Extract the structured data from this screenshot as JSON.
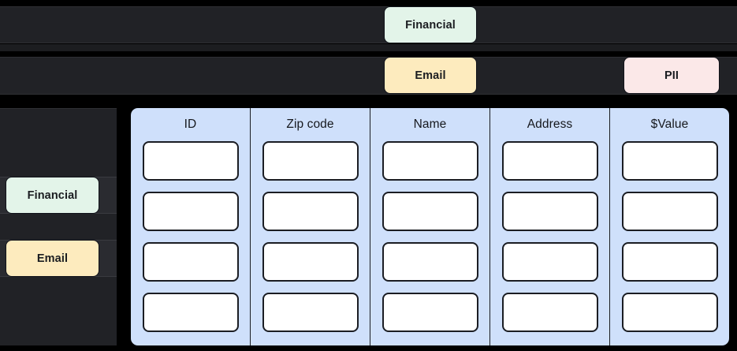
{
  "tag_tracks": [
    {
      "name": "financial-track",
      "chip": {
        "label": "Financial",
        "color": "#e3f4e9"
      }
    },
    {
      "name": "email-track",
      "chips": [
        {
          "label": "Email",
          "color": "#fdebbe"
        },
        {
          "label": "PII",
          "color": "#fbe8e8"
        }
      ]
    }
  ],
  "top_chips": {
    "financial": "Financial",
    "email": "Email",
    "pii": "PII"
  },
  "sidebar": {
    "items": [
      {
        "label": "Financial",
        "color": "#e3f4e9"
      },
      {
        "label": "Email",
        "color": "#fdebbe"
      }
    ]
  },
  "table": {
    "panel_color": "#cfe0fb",
    "columns": [
      {
        "header": "ID",
        "cells": [
          "",
          "",
          "",
          ""
        ]
      },
      {
        "header": "Zip code",
        "cells": [
          "",
          "",
          "",
          ""
        ]
      },
      {
        "header": "Name",
        "cells": [
          "",
          "",
          "",
          ""
        ]
      },
      {
        "header": "Address",
        "cells": [
          "",
          "",
          "",
          ""
        ]
      },
      {
        "header": "$Value",
        "cells": [
          "",
          "",
          "",
          ""
        ]
      }
    ],
    "row_count": 4
  },
  "colors": {
    "background": "#000000",
    "track": "#212226",
    "financial": "#e3f4e9",
    "email": "#fdebbe",
    "pii": "#fbe8e8",
    "table_panel": "#cfe0fb",
    "cell": "#ffffff",
    "outline": "#1b1d23"
  }
}
